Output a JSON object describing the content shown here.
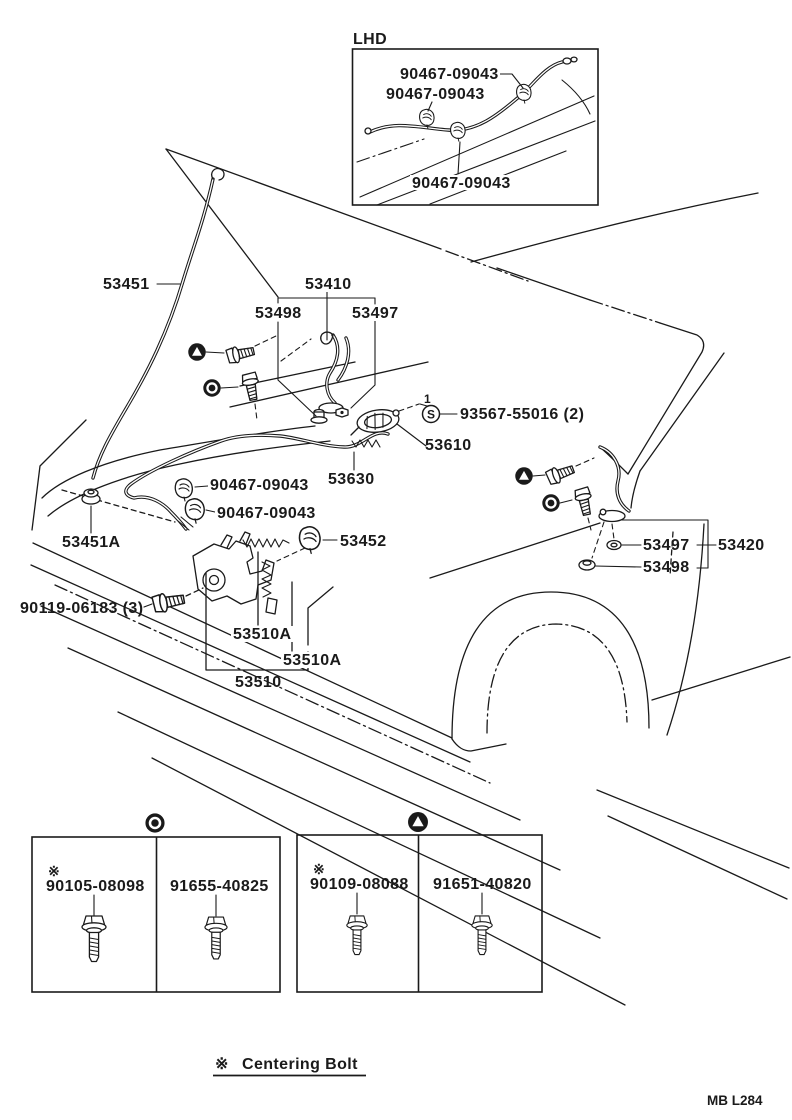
{
  "colors": {
    "ink": "#1a1a1a",
    "paper": "#ffffff"
  },
  "inset": {
    "title": "LHD",
    "labels": {
      "top": "90467-09043",
      "mid": "90467-09043",
      "bottom": "90467-09043"
    }
  },
  "callouts": {
    "rod": "53451",
    "hinge_assembly": "53410",
    "hinge_pad_left": "53498",
    "hinge_washer_left": "53497",
    "screw_index": "1",
    "screw_symbol": "S",
    "screw": "93567-55016 (2)",
    "lock_control": "53610",
    "release_cable": "53630",
    "cable_clip_upper": "90467-09043",
    "cable_clip_lower": "90467-09043",
    "rod_grommet": "53451A",
    "cable_clamp": "53452",
    "latch_bolt": "90119-06183 (3)",
    "latch_spring_upper": "53510A",
    "latch_spring_lower": "53510A",
    "latch": "53510",
    "hinge_washer_right": "53497",
    "hinge_right": "53420",
    "hinge_pad_right": "53498"
  },
  "legend": {
    "boxes": [
      {
        "symbol": "circle-dot",
        "cells": [
          {
            "note": "※",
            "part": "90105-08098"
          },
          {
            "note": "",
            "part": "91655-40825"
          }
        ]
      },
      {
        "symbol": "triangle",
        "cells": [
          {
            "note": "※",
            "part": "90109-08088"
          },
          {
            "note": "",
            "part": "91651-40820"
          }
        ]
      }
    ],
    "footnote": {
      "marker": "※",
      "text": "Centering Bolt"
    }
  },
  "doc_code": "MB L284"
}
